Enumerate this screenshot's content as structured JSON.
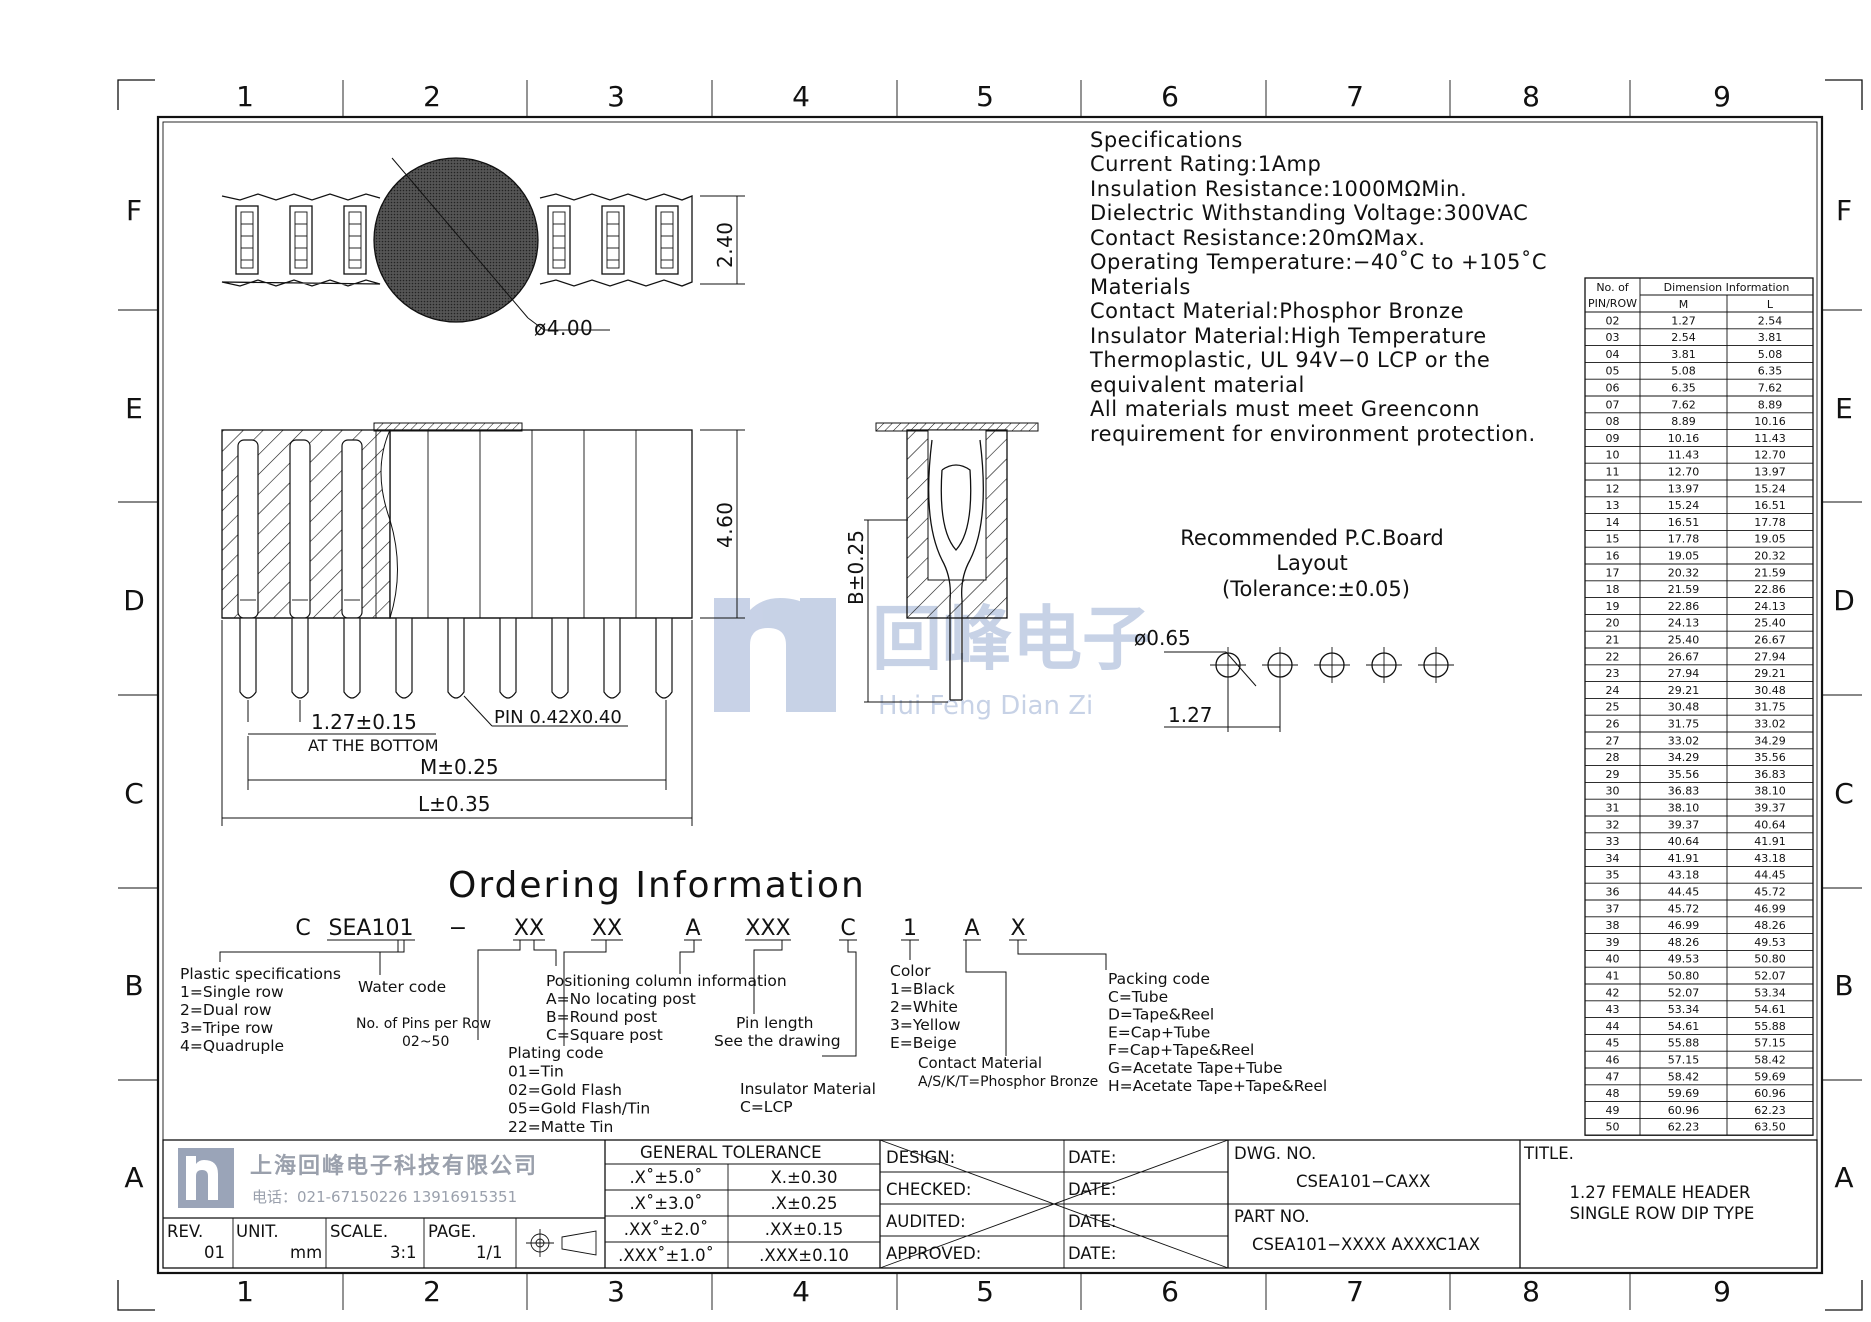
{
  "zones": {
    "columns": [
      "1",
      "2",
      "3",
      "4",
      "5",
      "6",
      "7",
      "8",
      "9"
    ],
    "rows": [
      "F",
      "E",
      "D",
      "C",
      "B",
      "A"
    ]
  },
  "specs": {
    "title": "Specifications",
    "current_rating": "Current  Rating:1Amp",
    "insulation_resistance": "Insulation  Resistance:1000MΩMin.",
    "dielectric": "Dielectric  Withstanding  Voltage:300VAC",
    "contact_resistance": "Contact  Resistance:20mΩMax.",
    "operating_temp": "Operating  Temperature:−40˚C  to  +105˚C",
    "materials_title": "Materials",
    "contact_material": "Contact  Material:Phosphor  Bronze",
    "insulator_line1": "Insulator  Material:High  Temperature",
    "insulator_line2": "Thermoplastic,  UL  94V−0  LCP  or  the",
    "insulator_line3": "equivalent  material",
    "env_line1": "All  materials  must  meet  Greenconn",
    "env_line2": "requirement  for  environment  protection."
  },
  "top_view": {
    "dim_height": "2.40",
    "dim_diameter": "ø4.00"
  },
  "front_view": {
    "dim_height": "4.60",
    "dim_pitch": "1.27±0.15",
    "at_bottom": "AT THE BOTTOM",
    "pin_size": "PIN  0.42X0.40",
    "dim_m": "M±0.25",
    "dim_l": "L±0.35"
  },
  "side_view": {
    "dim_b": "B±0.25"
  },
  "watermark": {
    "chinese": "回峰电子",
    "pinyin": "Hui Feng Dian Zi"
  },
  "pcb_layout": {
    "title_line1": "Recommended  P.C.Board",
    "title_line2": "Layout",
    "tolerance": "(Tolerance:±0.05)",
    "hole_diameter": "ø0.65",
    "pitch": "1.27"
  },
  "dimension_table": {
    "header_pin_line1": "No.  of",
    "header_pin_line2": "PIN/ROW",
    "header_info": "Dimension  Information",
    "col_m": "M",
    "col_l": "L",
    "rows": [
      [
        "02",
        "1.27",
        "2.54"
      ],
      [
        "03",
        "2.54",
        "3.81"
      ],
      [
        "04",
        "3.81",
        "5.08"
      ],
      [
        "05",
        "5.08",
        "6.35"
      ],
      [
        "06",
        "6.35",
        "7.62"
      ],
      [
        "07",
        "7.62",
        "8.89"
      ],
      [
        "08",
        "8.89",
        "10.16"
      ],
      [
        "09",
        "10.16",
        "11.43"
      ],
      [
        "10",
        "11.43",
        "12.70"
      ],
      [
        "11",
        "12.70",
        "13.97"
      ],
      [
        "12",
        "13.97",
        "15.24"
      ],
      [
        "13",
        "15.24",
        "16.51"
      ],
      [
        "14",
        "16.51",
        "17.78"
      ],
      [
        "15",
        "17.78",
        "19.05"
      ],
      [
        "16",
        "19.05",
        "20.32"
      ],
      [
        "17",
        "20.32",
        "21.59"
      ],
      [
        "18",
        "21.59",
        "22.86"
      ],
      [
        "19",
        "22.86",
        "24.13"
      ],
      [
        "20",
        "24.13",
        "25.40"
      ],
      [
        "21",
        "25.40",
        "26.67"
      ],
      [
        "22",
        "26.67",
        "27.94"
      ],
      [
        "23",
        "27.94",
        "29.21"
      ],
      [
        "24",
        "29.21",
        "30.48"
      ],
      [
        "25",
        "30.48",
        "31.75"
      ],
      [
        "26",
        "31.75",
        "33.02"
      ],
      [
        "27",
        "33.02",
        "34.29"
      ],
      [
        "28",
        "34.29",
        "35.56"
      ],
      [
        "29",
        "35.56",
        "36.83"
      ],
      [
        "30",
        "36.83",
        "38.10"
      ],
      [
        "31",
        "38.10",
        "39.37"
      ],
      [
        "32",
        "39.37",
        "40.64"
      ],
      [
        "33",
        "40.64",
        "41.91"
      ],
      [
        "34",
        "41.91",
        "43.18"
      ],
      [
        "35",
        "43.18",
        "44.45"
      ],
      [
        "36",
        "44.45",
        "45.72"
      ],
      [
        "37",
        "45.72",
        "46.99"
      ],
      [
        "38",
        "46.99",
        "48.26"
      ],
      [
        "39",
        "48.26",
        "49.53"
      ],
      [
        "40",
        "49.53",
        "50.80"
      ],
      [
        "41",
        "50.80",
        "52.07"
      ],
      [
        "42",
        "52.07",
        "53.34"
      ],
      [
        "43",
        "53.34",
        "54.61"
      ],
      [
        "44",
        "54.61",
        "55.88"
      ],
      [
        "45",
        "55.88",
        "57.15"
      ],
      [
        "46",
        "57.15",
        "58.42"
      ],
      [
        "47",
        "58.42",
        "59.69"
      ],
      [
        "48",
        "59.69",
        "60.96"
      ],
      [
        "49",
        "60.96",
        "62.23"
      ],
      [
        "50",
        "62.23",
        "63.50"
      ]
    ]
  },
  "ordering": {
    "title": "Ordering  Information",
    "code_parts": [
      "C",
      "SEA101",
      "−",
      "XX",
      "XX",
      "A",
      "XXX",
      "C",
      "1",
      "A",
      "X"
    ],
    "plastic_spec": [
      "Plastic  specifications",
      "1=Single  row",
      "2=Dual  row",
      "3=Tripe  row",
      "4=Quadruple"
    ],
    "water_code": "Water  code",
    "pins_per_row": [
      "No. of Pins per Row",
      "02~50"
    ],
    "plating_code": [
      "Plating  code",
      "01=Tin",
      "02=Gold  Flash",
      "05=Gold  Flash/Tin",
      "22=Matte  Tin"
    ],
    "positioning": [
      "Positioning  column  information",
      "A=No  locating  post",
      "B=Round  post",
      "C=Square  post"
    ],
    "pin_length": [
      "Pin  length",
      "See  the  drawing"
    ],
    "insulator": [
      "Insulator  Material",
      "C=LCP"
    ],
    "color": [
      "Color",
      "1=Black",
      "2=White",
      "3=Yellow",
      "E=Beige"
    ],
    "contact": [
      "Contact  Material",
      "A/S/K/T=Phosphor  Bronze"
    ],
    "packing": [
      "Packing  code",
      "C=Tube",
      "D=Tape&Reel",
      "E=Cap+Tube",
      "F=Cap+Tape&Reel",
      "G=Acetate  Tape+Tube",
      "H=Acetate  Tape+Tape&Reel"
    ]
  },
  "title_block": {
    "company": "上海回峰电子科技有限公司",
    "phone": "电话：021-67150226   13916915351",
    "rev_label": "REV.",
    "rev_value": "01",
    "unit_label": "UNIT.",
    "unit_value": "mm",
    "scale_label": "SCALE.",
    "scale_value": "3:1",
    "page_label": "PAGE.",
    "page_value": "1/1",
    "general_tolerance": "GENERAL  TOLERANCE",
    "tolerances": [
      [
        ".X˚±5.0˚",
        "X.±0.30"
      ],
      [
        ".X˚±3.0˚",
        ".X±0.25"
      ],
      [
        ".XX˚±2.0˚",
        ".XX±0.15"
      ],
      [
        ".XXX˚±1.0˚",
        ".XXX±0.10"
      ]
    ],
    "design": "DESIGN:",
    "checked": "CHECKED:",
    "audited": "AUDITED:",
    "approved": "APPROVED:",
    "date": "DATE:",
    "dwg_no_label": "DWG.  NO.",
    "dwg_no": "CSEA101−CAXX",
    "part_no_label": "PART  NO.",
    "part_no": "CSEA101−XXXX  AXXXC1AX",
    "title_label": "TITLE.",
    "title_line1": "1.27  FEMALE  HEADER",
    "title_line2": "SINGLE  ROW  DIP  TYPE"
  }
}
